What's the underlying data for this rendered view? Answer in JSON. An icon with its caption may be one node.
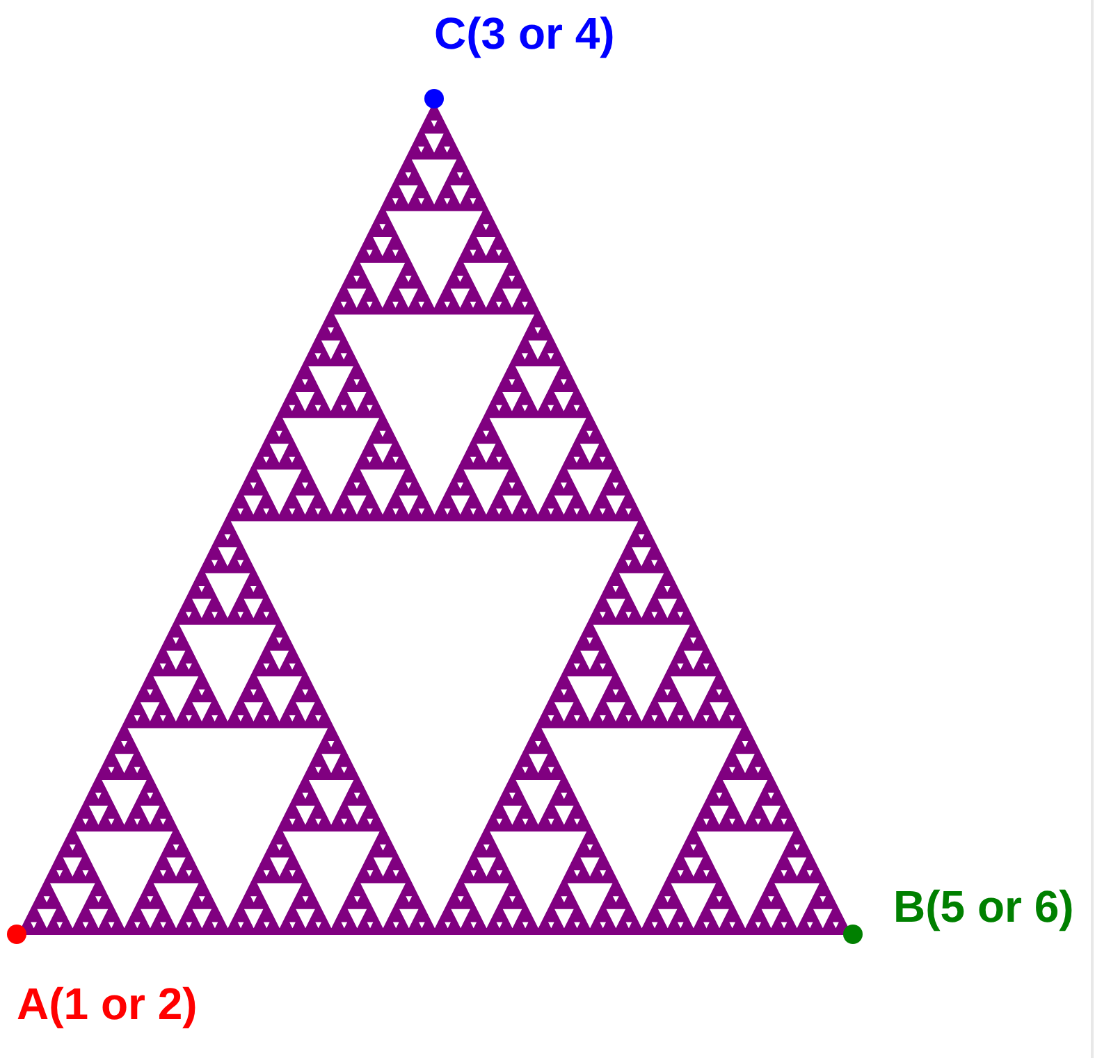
{
  "diagram": {
    "nodes": [
      {
        "text": [],
        "shape": "circle",
        "beside": [
          "C(3 or 4)"
        ]
      },
      {
        "text": [],
        "shape": "circle",
        "beside": [
          "B(5 or 6)"
        ]
      },
      {
        "text": [],
        "shape": "circle",
        "beside": [
          "A(1 or 2)"
        ]
      }
    ]
  }
}
